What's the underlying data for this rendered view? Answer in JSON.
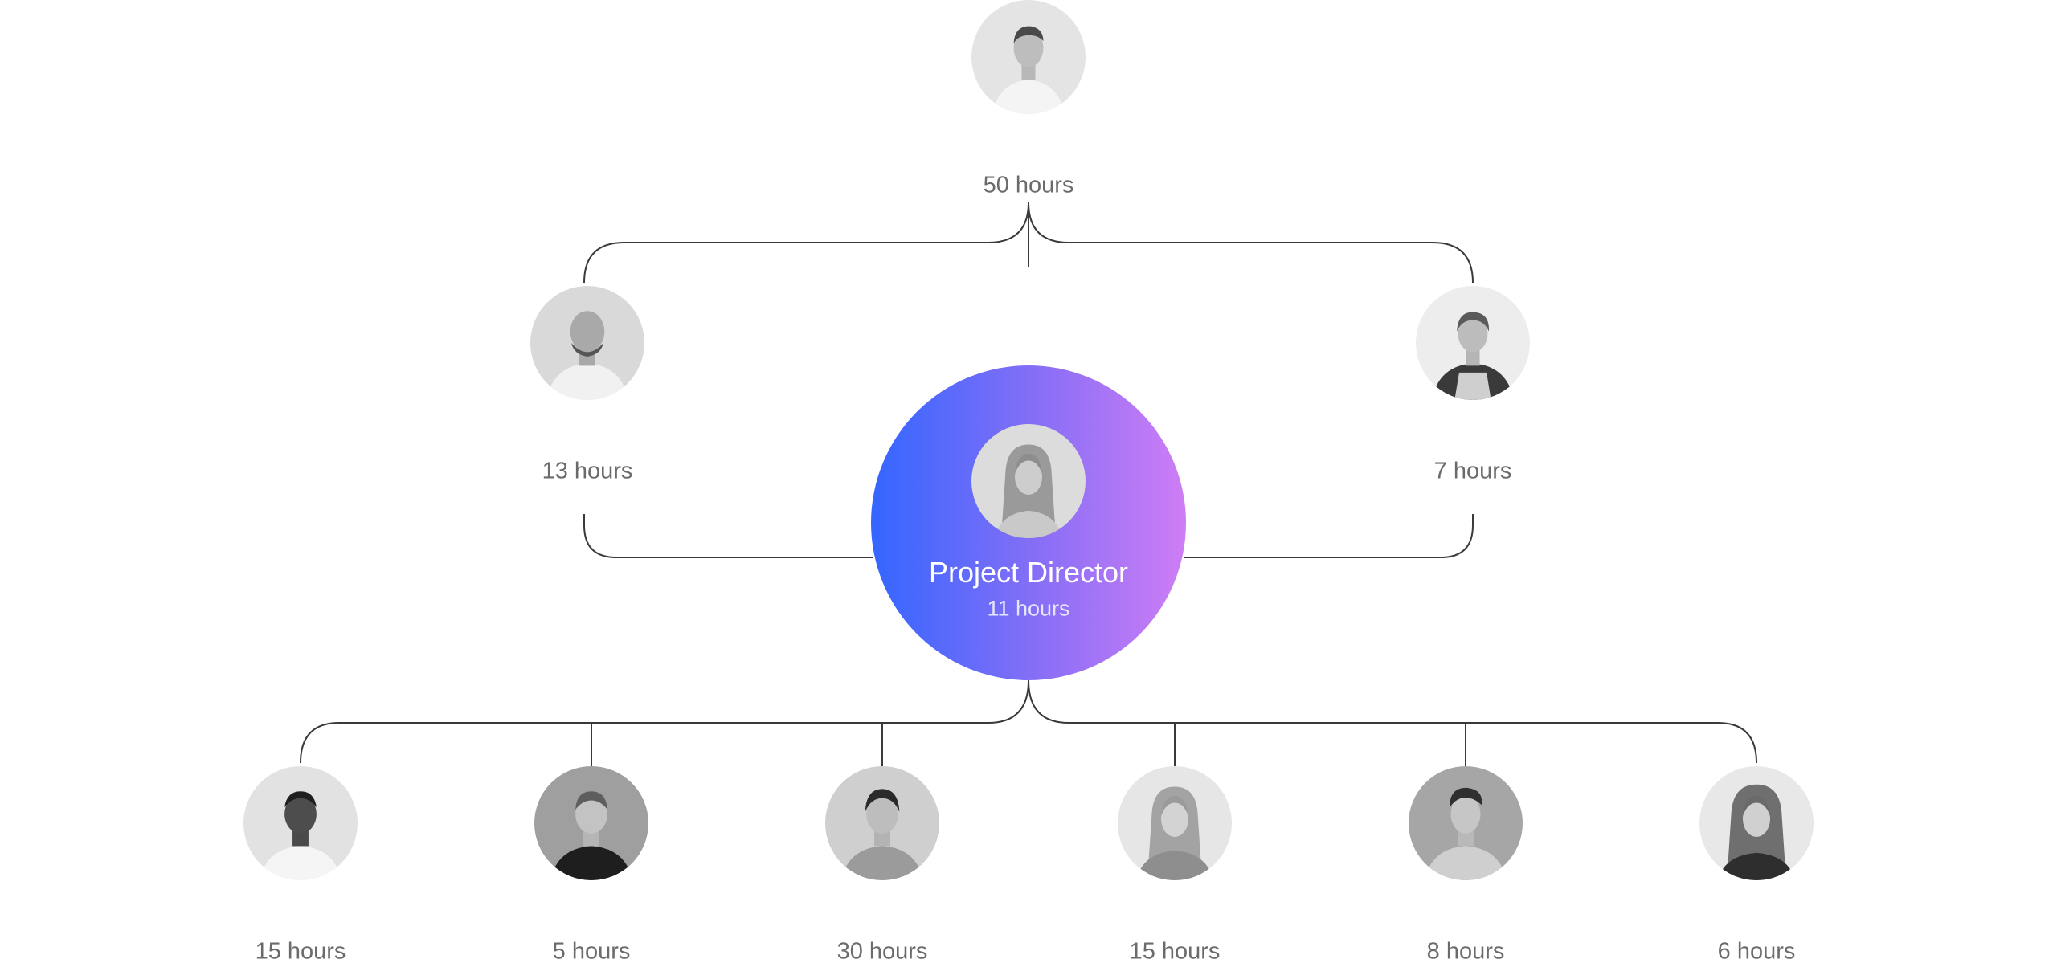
{
  "top": {
    "hours": "50 hours"
  },
  "side": [
    {
      "hours": "13 hours"
    },
    {
      "hours": "7 hours"
    }
  ],
  "director": {
    "title": "Project Director",
    "hours": "11 hours"
  },
  "team": [
    {
      "hours": "15 hours"
    },
    {
      "hours": "5 hours"
    },
    {
      "hours": "30 hours"
    },
    {
      "hours": "15 hours"
    },
    {
      "hours": "8 hours"
    },
    {
      "hours": "6 hours"
    }
  ],
  "colors": {
    "connector": "#3a3a3a",
    "gradient_start": "#3366ff",
    "gradient_end": "#cf7df5"
  }
}
